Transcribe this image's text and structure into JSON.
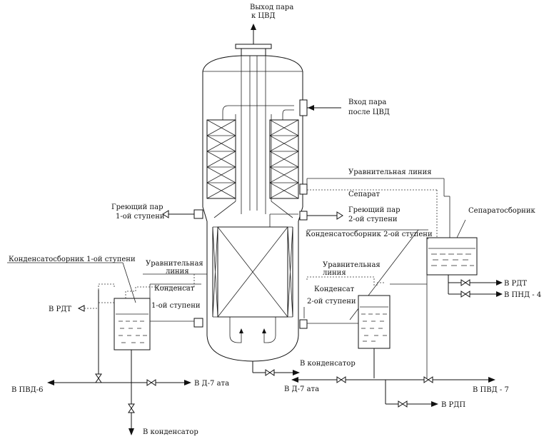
{
  "labels": {
    "steam_out_l1": "Выход пара",
    "steam_out_l2": "к ЦВД",
    "steam_in_l1": "Вход пара",
    "steam_in_l2": "после ЦВД",
    "equalizing_line_top": "Уравнительная линия",
    "separate": "Сепарат",
    "heating_steam2_l1": "Греющий пар",
    "heating_steam2_l2": "2-ой ступени",
    "heating_steam1_l1": "Греющий пар",
    "heating_steam1_l2": "1-ой ступени",
    "separator_collector": "Сепаратосборник",
    "condensate_collector2": "Конденсатосборник 2-ой ступени",
    "condensate_collector1": "Конденсатосборник 1-ой ступени",
    "equalizing_line_left_l1": "Уравнительная",
    "equalizing_line_left_l2": "линия",
    "condensate1_l1": "Конденсат",
    "condensate1_l2": "1-ой ступени",
    "equalizing_line_mid_l1": "Уравнительная",
    "equalizing_line_mid_l2": "линия",
    "condensate2_l1": "Конденсат",
    "condensate2_l2": "2-ой ступени",
    "to_rdt_left": "В РДТ",
    "to_rdt_right": "В РДТ",
    "to_pnd4": "В ПНД - 4",
    "to_condenser_mid": "В конденсатор",
    "to_pvd6": "В ПВД-6",
    "to_d7_left": "В Д-7 ата",
    "to_d7_right": "В Д-7 ата",
    "to_pvd7": "В ПВД - 7",
    "to_rdp": "В РДП",
    "to_condenser_bottom": "В конденсатор"
  }
}
